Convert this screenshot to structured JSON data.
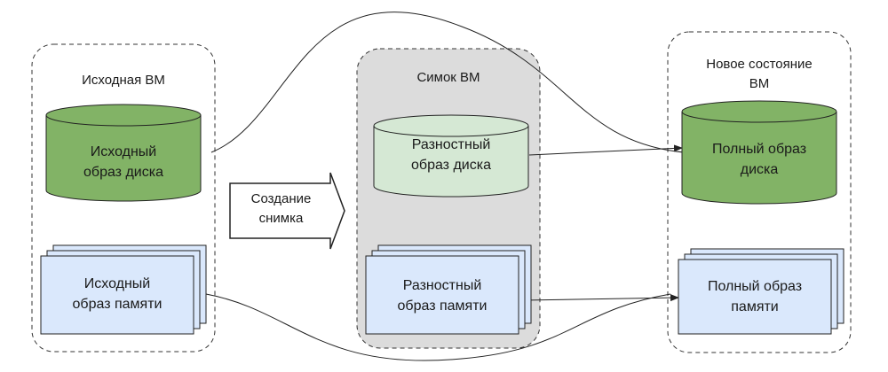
{
  "source_vm": {
    "title": "Исходная ВМ",
    "disk_line1": "Исходный",
    "disk_line2": "образ диска",
    "memory_line1": "Исходный",
    "memory_line2": "образ памяти"
  },
  "action": {
    "line1": "Создание",
    "line2": "снимка"
  },
  "snapshot": {
    "title": "Симок ВМ",
    "disk_line1": "Разностный",
    "disk_line2": "образ диска",
    "memory_line1": "Разностный",
    "memory_line2": "образ памяти"
  },
  "new_state": {
    "title_line1": "Новое состояние",
    "title_line2": "ВМ",
    "disk_line1": "Полный образ",
    "disk_line2": "диска",
    "memory_line1": "Полный образ",
    "memory_line2": "памяти"
  },
  "colors": {
    "disk_green": "#82b366",
    "disk_light_green": "#d5e8d4",
    "memory_blue": "#dae8fc",
    "snapshot_bg": "#dcdcdc",
    "stroke": "#222222"
  }
}
